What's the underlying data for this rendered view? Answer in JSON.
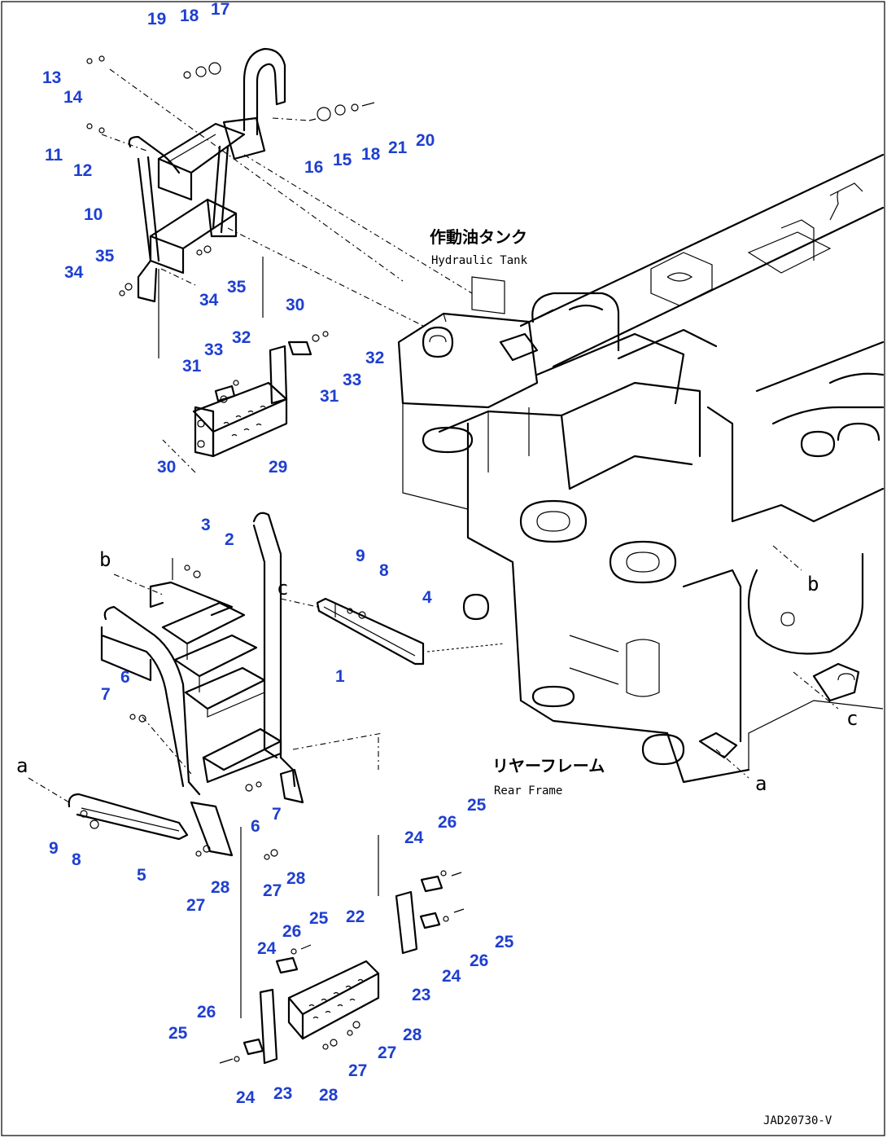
{
  "diagram": {
    "tank_label_jp": "作動油タンク",
    "tank_label_en": "Hydraulic Tank",
    "frame_label_jp": "リヤーフレーム",
    "frame_label_en": "Rear Frame",
    "drawing_code": "JAD20730-V",
    "callouts": [
      {
        "n": "1"
      },
      {
        "n": "2"
      },
      {
        "n": "3"
      },
      {
        "n": "4"
      },
      {
        "n": "5"
      },
      {
        "n": "6"
      },
      {
        "n": "6"
      },
      {
        "n": "7"
      },
      {
        "n": "7"
      },
      {
        "n": "8"
      },
      {
        "n": "8"
      },
      {
        "n": "9"
      },
      {
        "n": "9"
      },
      {
        "n": "10"
      },
      {
        "n": "11"
      },
      {
        "n": "12"
      },
      {
        "n": "13"
      },
      {
        "n": "14"
      },
      {
        "n": "15"
      },
      {
        "n": "16"
      },
      {
        "n": "17"
      },
      {
        "n": "18"
      },
      {
        "n": "18"
      },
      {
        "n": "19"
      },
      {
        "n": "20"
      },
      {
        "n": "21"
      },
      {
        "n": "22"
      },
      {
        "n": "23"
      },
      {
        "n": "23"
      },
      {
        "n": "24"
      },
      {
        "n": "24"
      },
      {
        "n": "24"
      },
      {
        "n": "24"
      },
      {
        "n": "25"
      },
      {
        "n": "25"
      },
      {
        "n": "25"
      },
      {
        "n": "25"
      },
      {
        "n": "26"
      },
      {
        "n": "26"
      },
      {
        "n": "26"
      },
      {
        "n": "26"
      },
      {
        "n": "27"
      },
      {
        "n": "27"
      },
      {
        "n": "27"
      },
      {
        "n": "27"
      },
      {
        "n": "28"
      },
      {
        "n": "28"
      },
      {
        "n": "28"
      },
      {
        "n": "28"
      },
      {
        "n": "29"
      },
      {
        "n": "30"
      },
      {
        "n": "30"
      },
      {
        "n": "31"
      },
      {
        "n": "31"
      },
      {
        "n": "32"
      },
      {
        "n": "32"
      },
      {
        "n": "33"
      },
      {
        "n": "33"
      },
      {
        "n": "34"
      },
      {
        "n": "34"
      },
      {
        "n": "35"
      },
      {
        "n": "35"
      }
    ],
    "references": [
      {
        "letter": "a"
      },
      {
        "letter": "a"
      },
      {
        "letter": "b"
      },
      {
        "letter": "b"
      },
      {
        "letter": "c"
      },
      {
        "letter": "c"
      }
    ]
  }
}
